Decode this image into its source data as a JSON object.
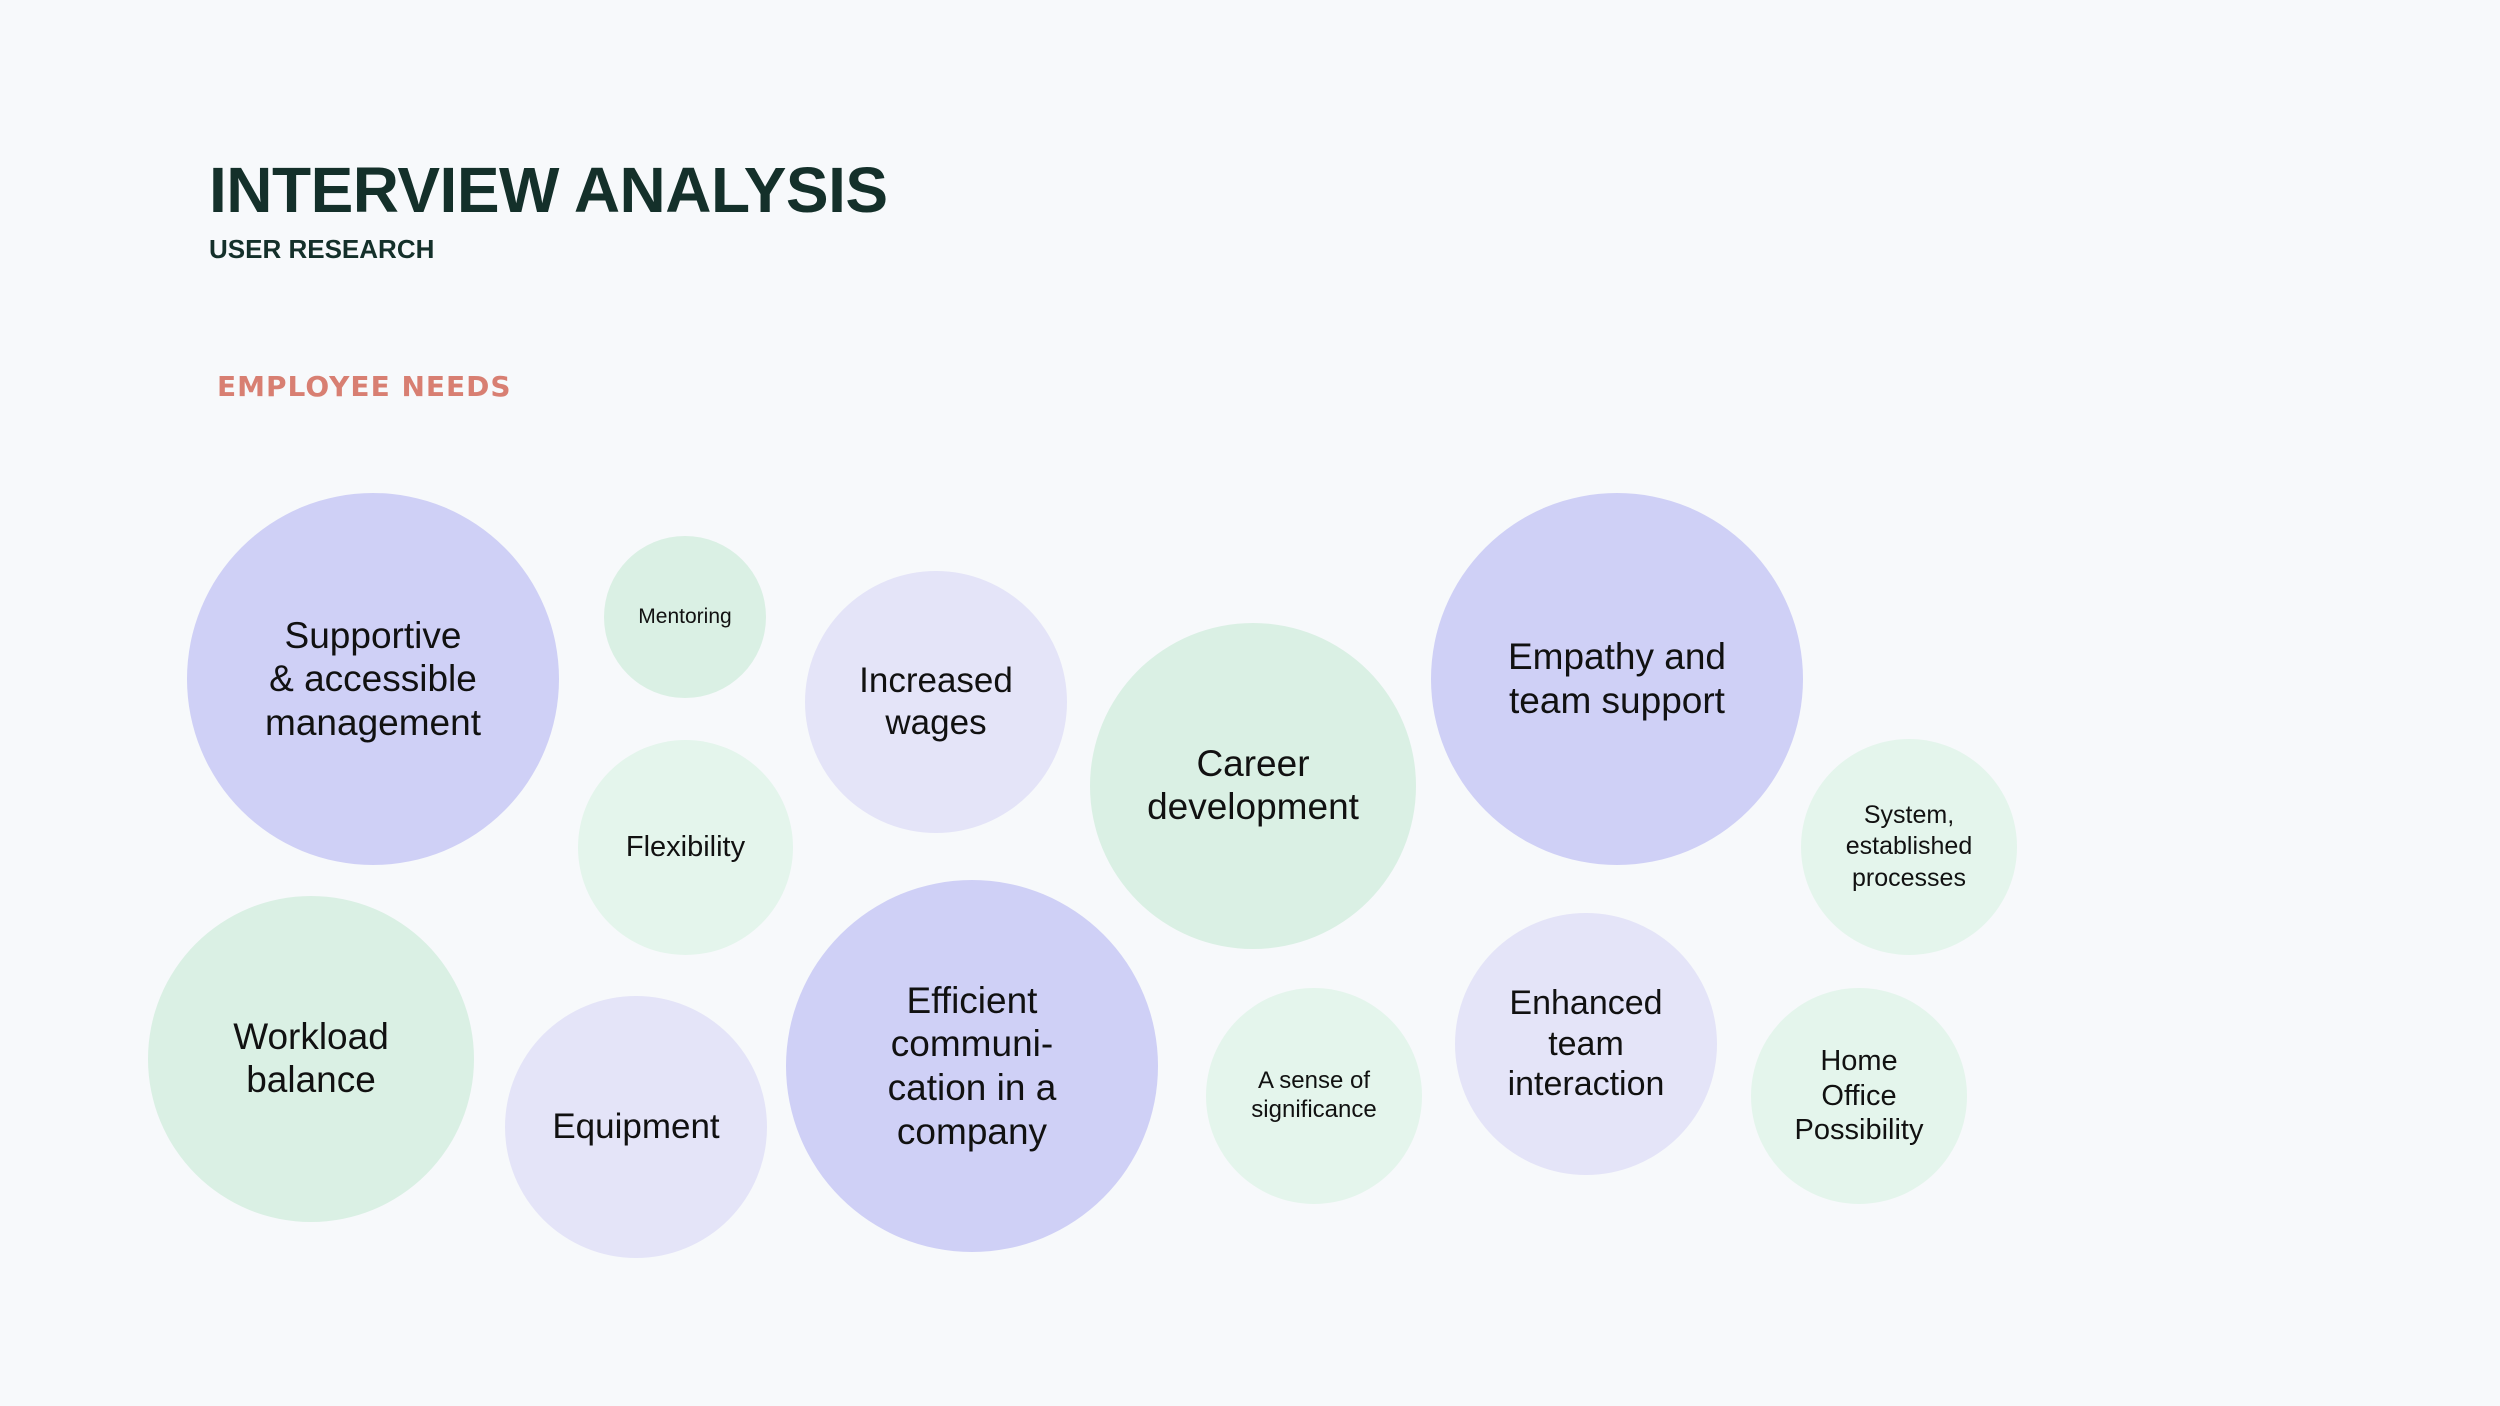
{
  "header": {
    "title": "INTERVIEW ANALYSIS",
    "subtitle": "USER RESEARCH",
    "section": "EMPLOYEE NEEDS"
  },
  "colors": {
    "purple": "#cfd0f6",
    "lavender": "#e4e4f8",
    "mint": "#daf0e4",
    "mint_light": "#e4f5ec",
    "section_accent": "#d87f72",
    "title": "#14302a"
  },
  "bubbles": {
    "supportive": "Supportive\n& accessible\nmanagement",
    "mentoring": "Mentoring",
    "flexibility": "Flexibility",
    "increased_wages": "Increased\nwages",
    "career": "Career\ndevelopment",
    "empathy": "Empathy and\nteam support",
    "system": "System,\nestablished\nprocesses",
    "workload": "Workload\nbalance",
    "equipment": "Equipment",
    "communication": "Efficient\ncommuni-\ncation in a\ncompany",
    "significance": "A sense of\nsignificance",
    "enhanced": "Enhanced\nteam\ninteraction",
    "home_office": "Home\nOffice\nPossibility"
  }
}
